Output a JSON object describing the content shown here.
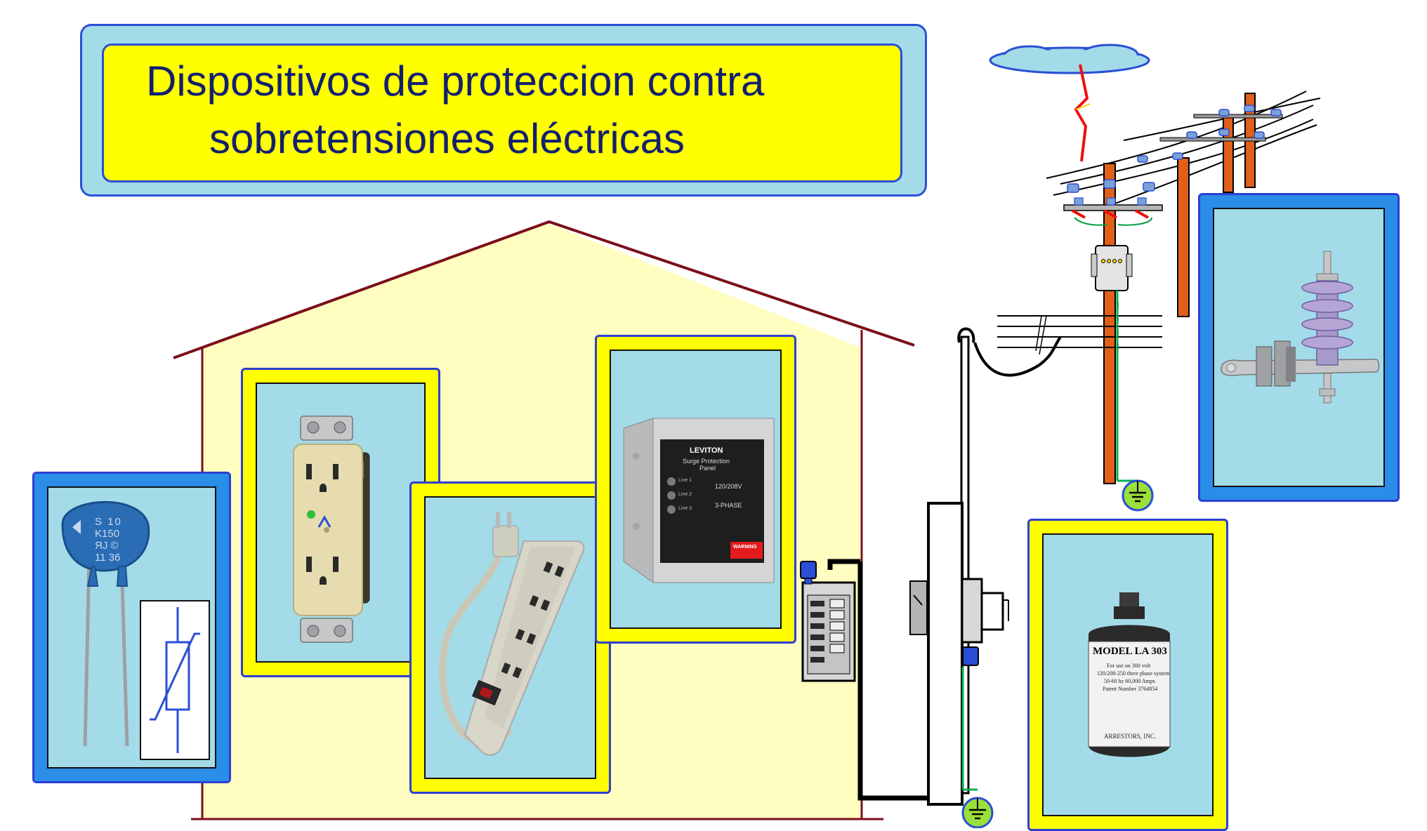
{
  "title": {
    "line1": "Dispositivos  de proteccion contra",
    "line2": "sobretensiones eléctricas"
  },
  "varistor": {
    "marking": [
      "S 10",
      "K150",
      "ЯJ  ©",
      "11 36"
    ]
  },
  "surge_panel": {
    "brand": "LEVITON",
    "name_line1": "Surge  Protection",
    "name_line2": "Panel",
    "rating": "120/208V",
    "phase": "3-PHASE",
    "lines": [
      "Line 1",
      "Line 2",
      "Line 3"
    ],
    "warning": "WARNING"
  },
  "arrester_can": {
    "model": "MODEL LA 303",
    "text": [
      "For use on 300 volt",
      "120/208-250 three phase system",
      "50-60 hz 60,000 Amps",
      "Patent Number 3764854"
    ],
    "maker": "ARRESTORS, INC."
  },
  "colors": {
    "frame_yellow": "#ffff00",
    "frame_blue": "#2a8de8",
    "panel_bg": "#a3dbe8",
    "house_fill": "#fffdc0",
    "house_outline": "#7b0f1a",
    "title_text": "#13206e",
    "pole_orange": "#e0601a",
    "ground_green": "#9be03a"
  },
  "icons": [
    "cloud-icon",
    "lightning-bolt-icon",
    "ground-symbol-icon",
    "varistor-symbol-icon"
  ]
}
